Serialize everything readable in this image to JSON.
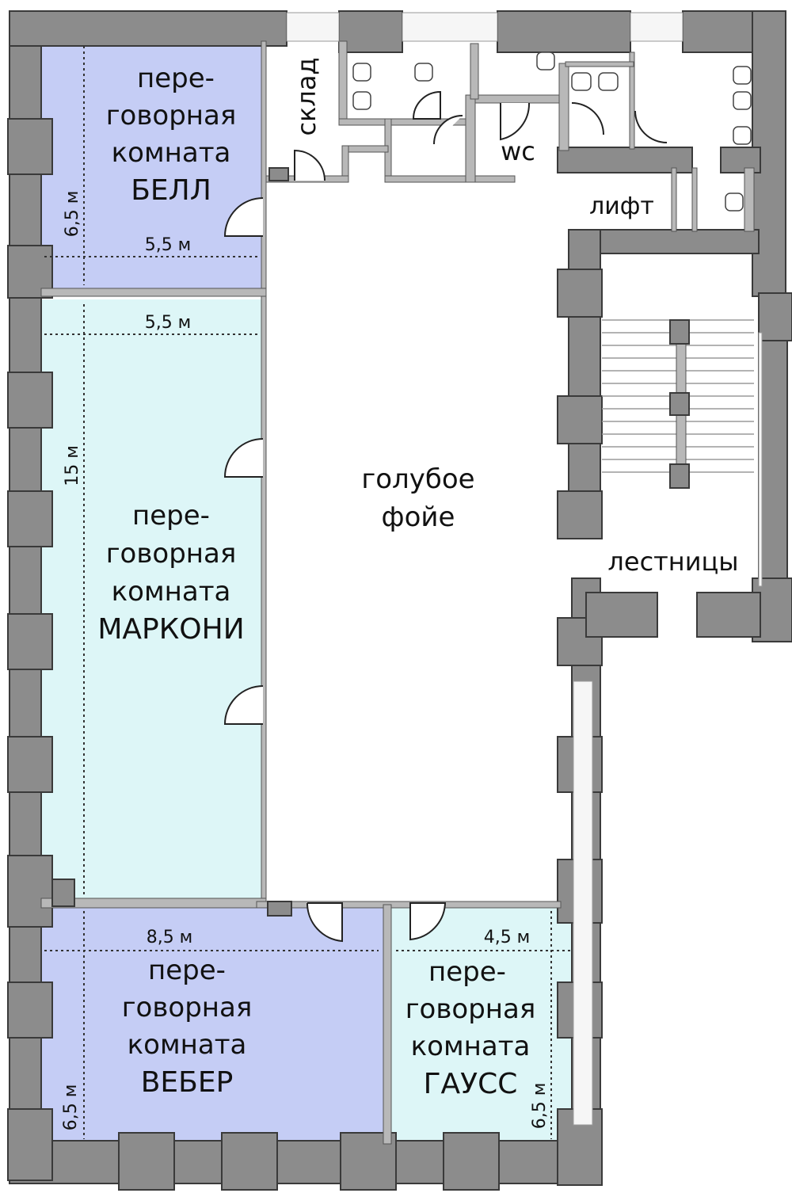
{
  "rooms": {
    "bell": {
      "line1": "пере-",
      "line2": "говорная",
      "line3": "комната",
      "name": "БЕЛЛ",
      "width": "5,5 м",
      "height": "6,5 м",
      "color": "#c5cdf5"
    },
    "marconi": {
      "line1": "пере-",
      "line2": "говорная",
      "line3": "комната",
      "name": "МАРКОНИ",
      "width": "5,5 м",
      "height": "15 м",
      "color": "#ddf6f7"
    },
    "weber": {
      "line1": "пере-",
      "line2": "говорная",
      "line3": "комната",
      "name": "ВЕБЕР",
      "width": "8,5 м",
      "height": "6,5 м",
      "color": "#c5cdf5"
    },
    "gauss": {
      "line1": "пере-",
      "line2": "говорная",
      "line3": "комната",
      "name": "ГАУСС",
      "width": "4,5 м",
      "height": "6,5 м",
      "color": "#ddf6f7"
    }
  },
  "areas": {
    "foyer_line1": "голубое",
    "foyer_line2": "фойе",
    "storage": "склад",
    "wc": "wc",
    "lift": "лифт",
    "stairs": "лестницы"
  }
}
